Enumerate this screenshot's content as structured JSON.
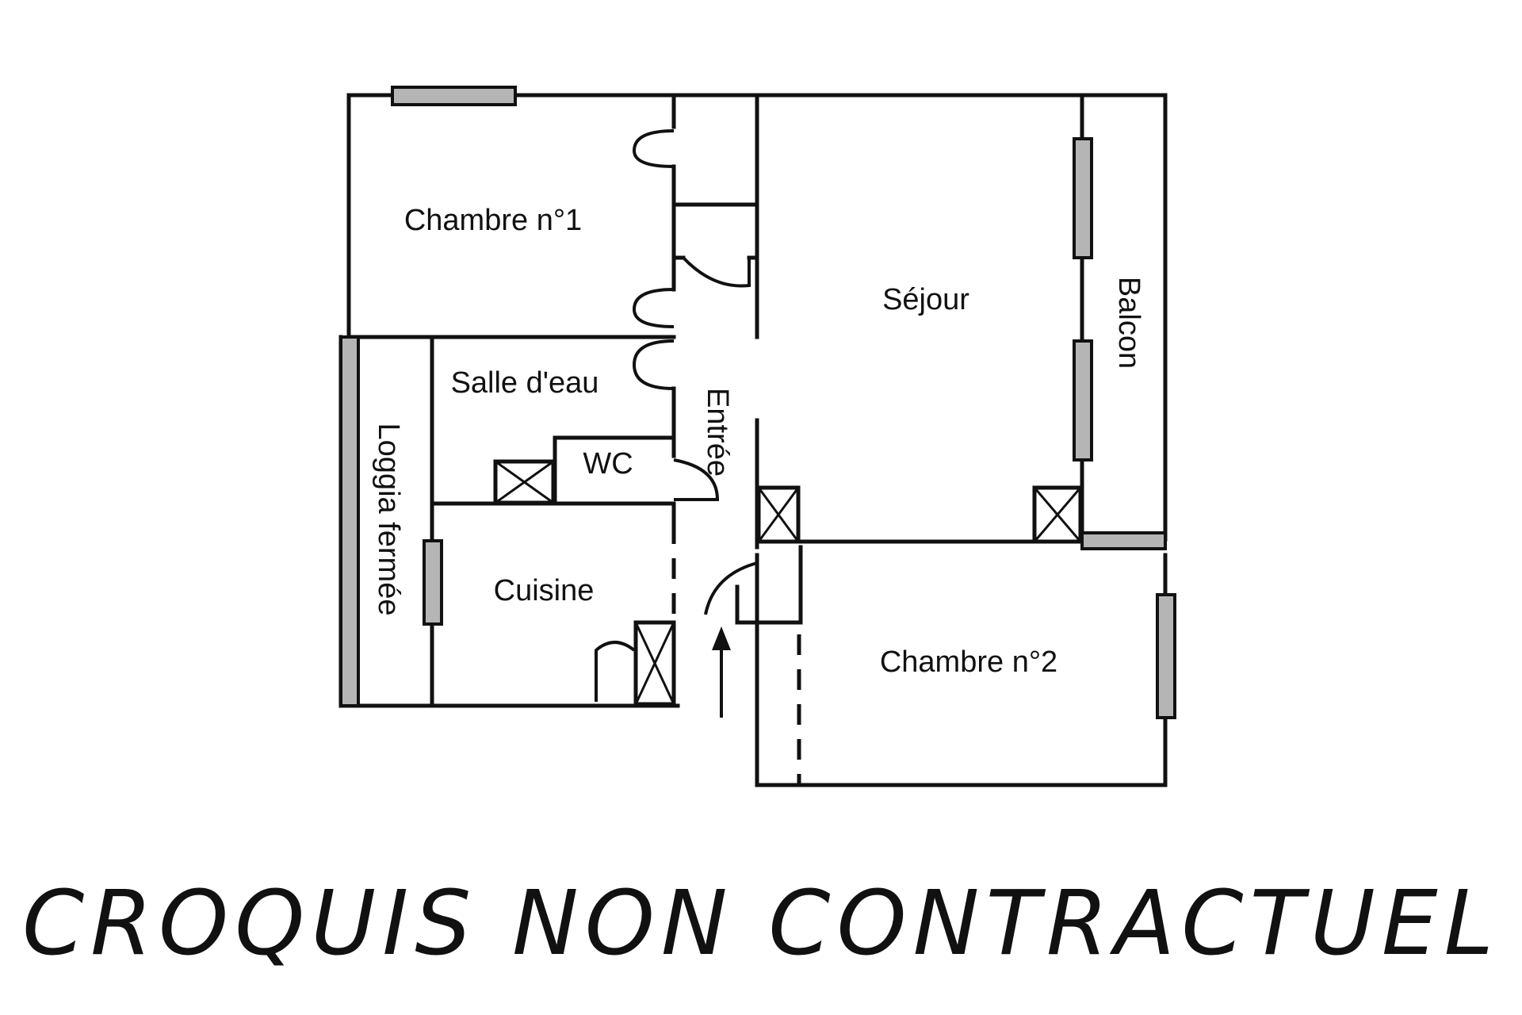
{
  "rooms": {
    "chambre1": "Chambre n°1",
    "sejour": "Séjour",
    "balcon": "Balcon",
    "salle_deau": "Salle d'eau",
    "wc": "WC",
    "entree": "Entrée",
    "loggia": "Loggia fermée",
    "cuisine": "Cuisine",
    "chambre2": "Chambre n°2"
  },
  "footer": {
    "disclaimer": "CROQUIS NON CONTRACTUEL"
  },
  "colors": {
    "wall": "#111111",
    "window_fill": "#b5b5b5",
    "background": "#ffffff"
  }
}
